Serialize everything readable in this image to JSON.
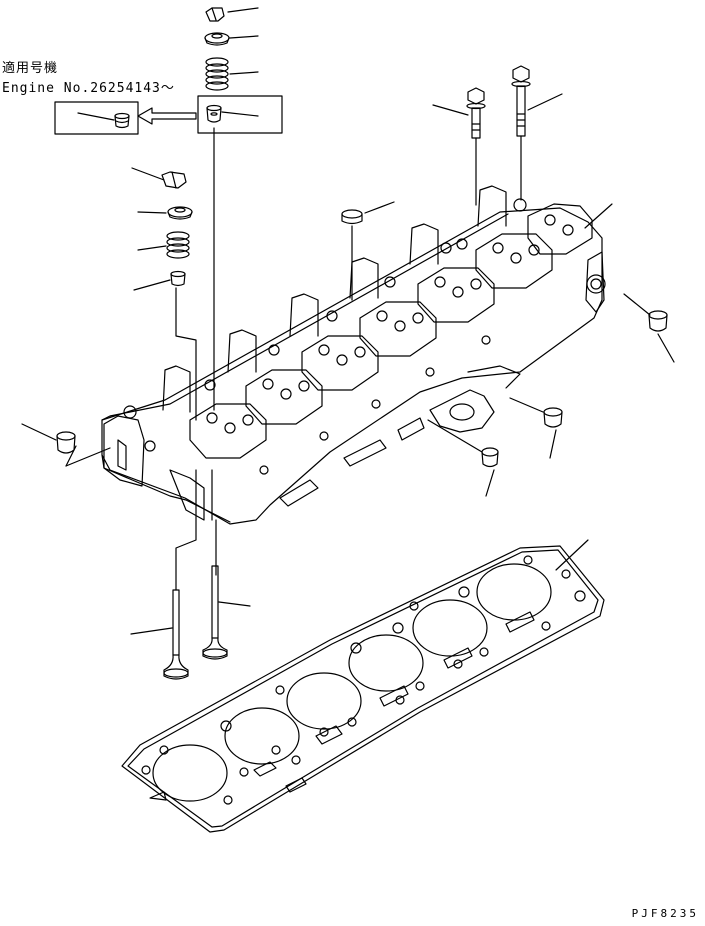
{
  "serial_note": {
    "label": "適用号機",
    "engine": "Engine No.26254143～"
  },
  "drawing_code": "PJF8235",
  "colors": {
    "line": "#000000",
    "background": "#ffffff"
  }
}
